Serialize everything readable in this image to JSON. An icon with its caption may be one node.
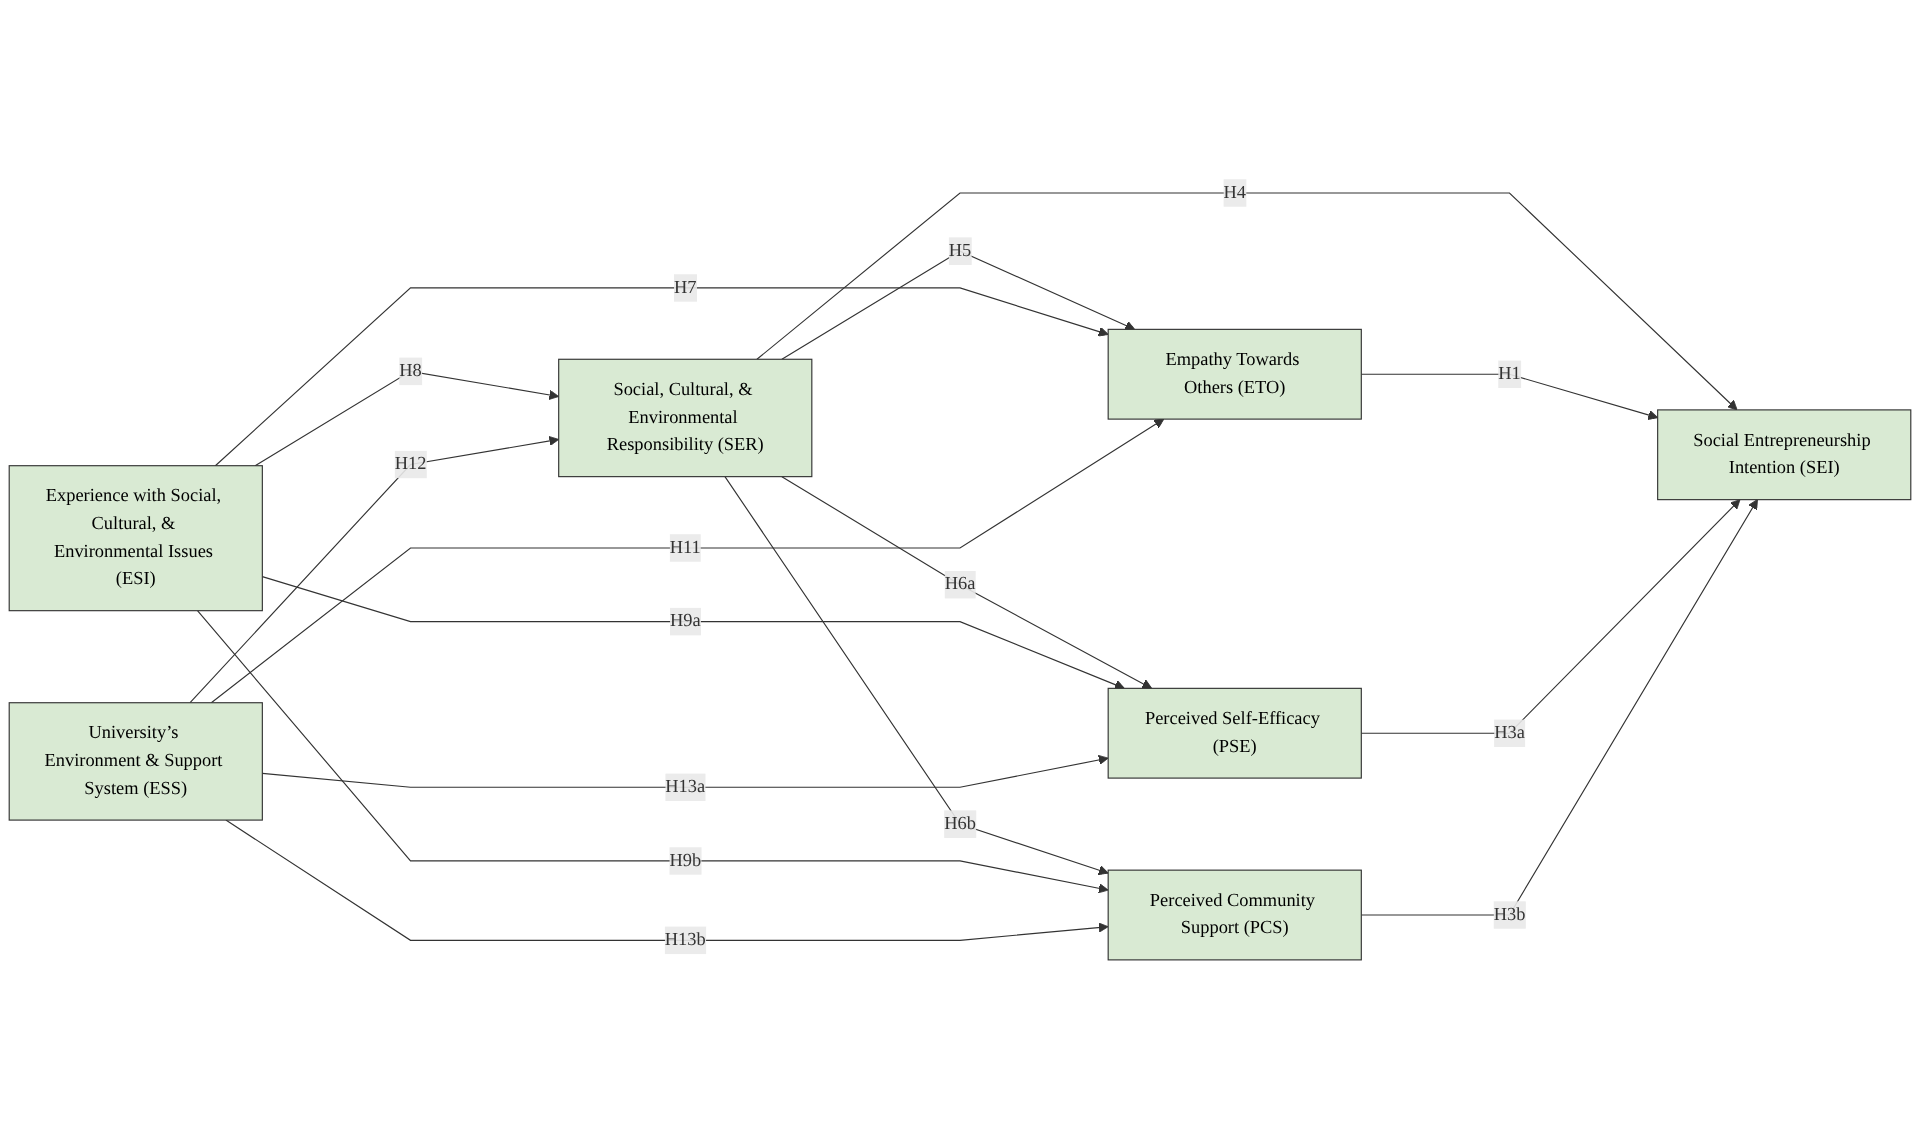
{
  "diagram": {
    "nodes": [
      {
        "text": [
          "Social, Cultural, & Environmental Responsibility (SER)"
        ]
      },
      {
        "text": [
          "Social Entrepreneurship Intention (SEI)"
        ]
      },
      {
        "text": [
          "Experience with Social, Cultural, & Environmental Issues (ESI)"
        ]
      },
      {
        "text": [
          "Empathy Towards Others (ETO)"
        ]
      },
      {
        "text": [
          "Perceived Self-Efficacy (PSE)"
        ]
      },
      {
        "text": [
          "University’s Environment & Support System (ESS)"
        ]
      },
      {
        "text": [
          "Perceived Community Support (PCS)"
        ]
      }
    ],
    "edges": [
      {
        "from": 0,
        "to": 1,
        "arrow": "to",
        "label": "H4"
      },
      {
        "from": 3,
        "to": 1,
        "arrow": "to",
        "label": "H1"
      },
      {
        "from": 4,
        "to": 1,
        "arrow": "to",
        "label": "H3a"
      },
      {
        "from": 6,
        "to": 1,
        "arrow": "to",
        "label": "H3b"
      },
      {
        "from": 0,
        "to": 3,
        "arrow": "to",
        "label": "H5"
      },
      {
        "from": 0,
        "to": 4,
        "arrow": "to",
        "label": "H6a"
      },
      {
        "from": 0,
        "to": 6,
        "arrow": "to",
        "label": "H6b"
      },
      {
        "from": 2,
        "to": 0,
        "arrow": "to",
        "label": "H8"
      },
      {
        "from": 2,
        "to": 3,
        "arrow": "to",
        "label": "H7"
      },
      {
        "from": 2,
        "to": 4,
        "arrow": "to",
        "label": "H9a"
      },
      {
        "from": 2,
        "to": 6,
        "arrow": "to",
        "label": "H9b"
      },
      {
        "from": 5,
        "to": 0,
        "arrow": "to",
        "label": "H12"
      },
      {
        "from": 5,
        "to": 3,
        "arrow": "to",
        "label": "H11"
      },
      {
        "from": 5,
        "to": 4,
        "arrow": "to",
        "label": "H13a"
      },
      {
        "from": 5,
        "to": 6,
        "arrow": "to",
        "label": "H13b"
      }
    ]
  }
}
